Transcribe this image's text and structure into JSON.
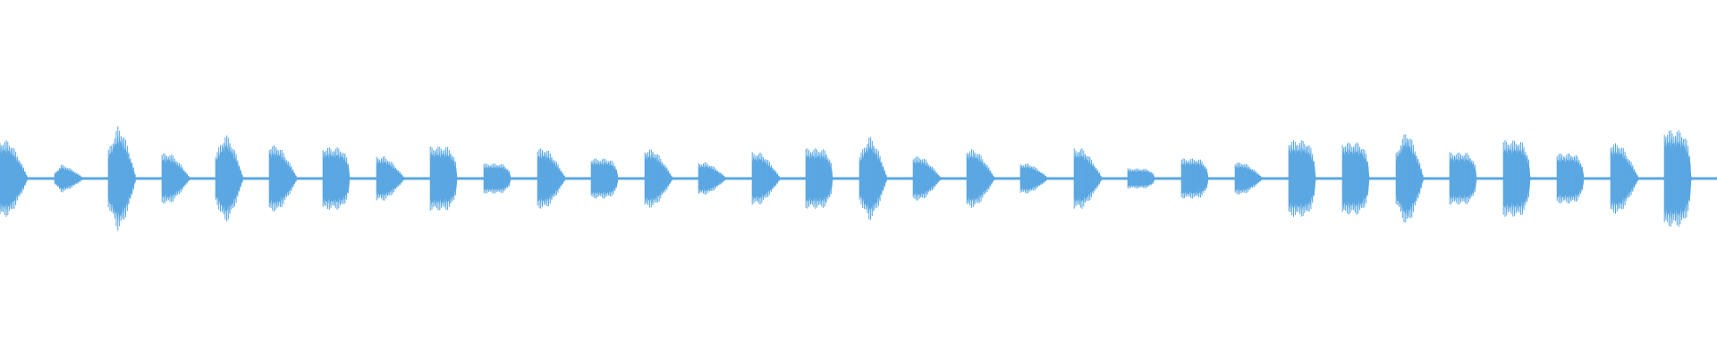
{
  "waveform": {
    "color": "#5aa7e2",
    "baseline_amplitude": 0.015,
    "segments": [
      {
        "shape": "decay",
        "amplitude": 0.38
      },
      {
        "shape": "rise-decay",
        "amplitude": 0.14
      },
      {
        "shape": "peak",
        "amplitude": 0.52
      },
      {
        "shape": "decay",
        "amplitude": 0.25
      },
      {
        "shape": "peak",
        "amplitude": 0.44
      },
      {
        "shape": "decay",
        "amplitude": 0.33
      },
      {
        "shape": "round",
        "amplitude": 0.31
      },
      {
        "shape": "decay",
        "amplitude": 0.22
      },
      {
        "shape": "round",
        "amplitude": 0.32
      },
      {
        "shape": "round",
        "amplitude": 0.15
      },
      {
        "shape": "decay",
        "amplitude": 0.3
      },
      {
        "shape": "round",
        "amplitude": 0.2
      },
      {
        "shape": "decay",
        "amplitude": 0.29
      },
      {
        "shape": "decay",
        "amplitude": 0.16
      },
      {
        "shape": "decay",
        "amplitude": 0.26
      },
      {
        "shape": "round",
        "amplitude": 0.3
      },
      {
        "shape": "peak",
        "amplitude": 0.42
      },
      {
        "shape": "decay",
        "amplitude": 0.22
      },
      {
        "shape": "decay",
        "amplitude": 0.29
      },
      {
        "shape": "decay",
        "amplitude": 0.15
      },
      {
        "shape": "decay",
        "amplitude": 0.3
      },
      {
        "shape": "round",
        "amplitude": 0.1
      },
      {
        "shape": "round",
        "amplitude": 0.2
      },
      {
        "shape": "decay",
        "amplitude": 0.16
      },
      {
        "shape": "round",
        "amplitude": 0.38
      },
      {
        "shape": "round",
        "amplitude": 0.36
      },
      {
        "shape": "peak",
        "amplitude": 0.47
      },
      {
        "shape": "round",
        "amplitude": 0.26
      },
      {
        "shape": "round",
        "amplitude": 0.38
      },
      {
        "shape": "round",
        "amplitude": 0.25
      },
      {
        "shape": "decay",
        "amplitude": 0.35
      },
      {
        "shape": "round",
        "amplitude": 0.48
      }
    ]
  }
}
